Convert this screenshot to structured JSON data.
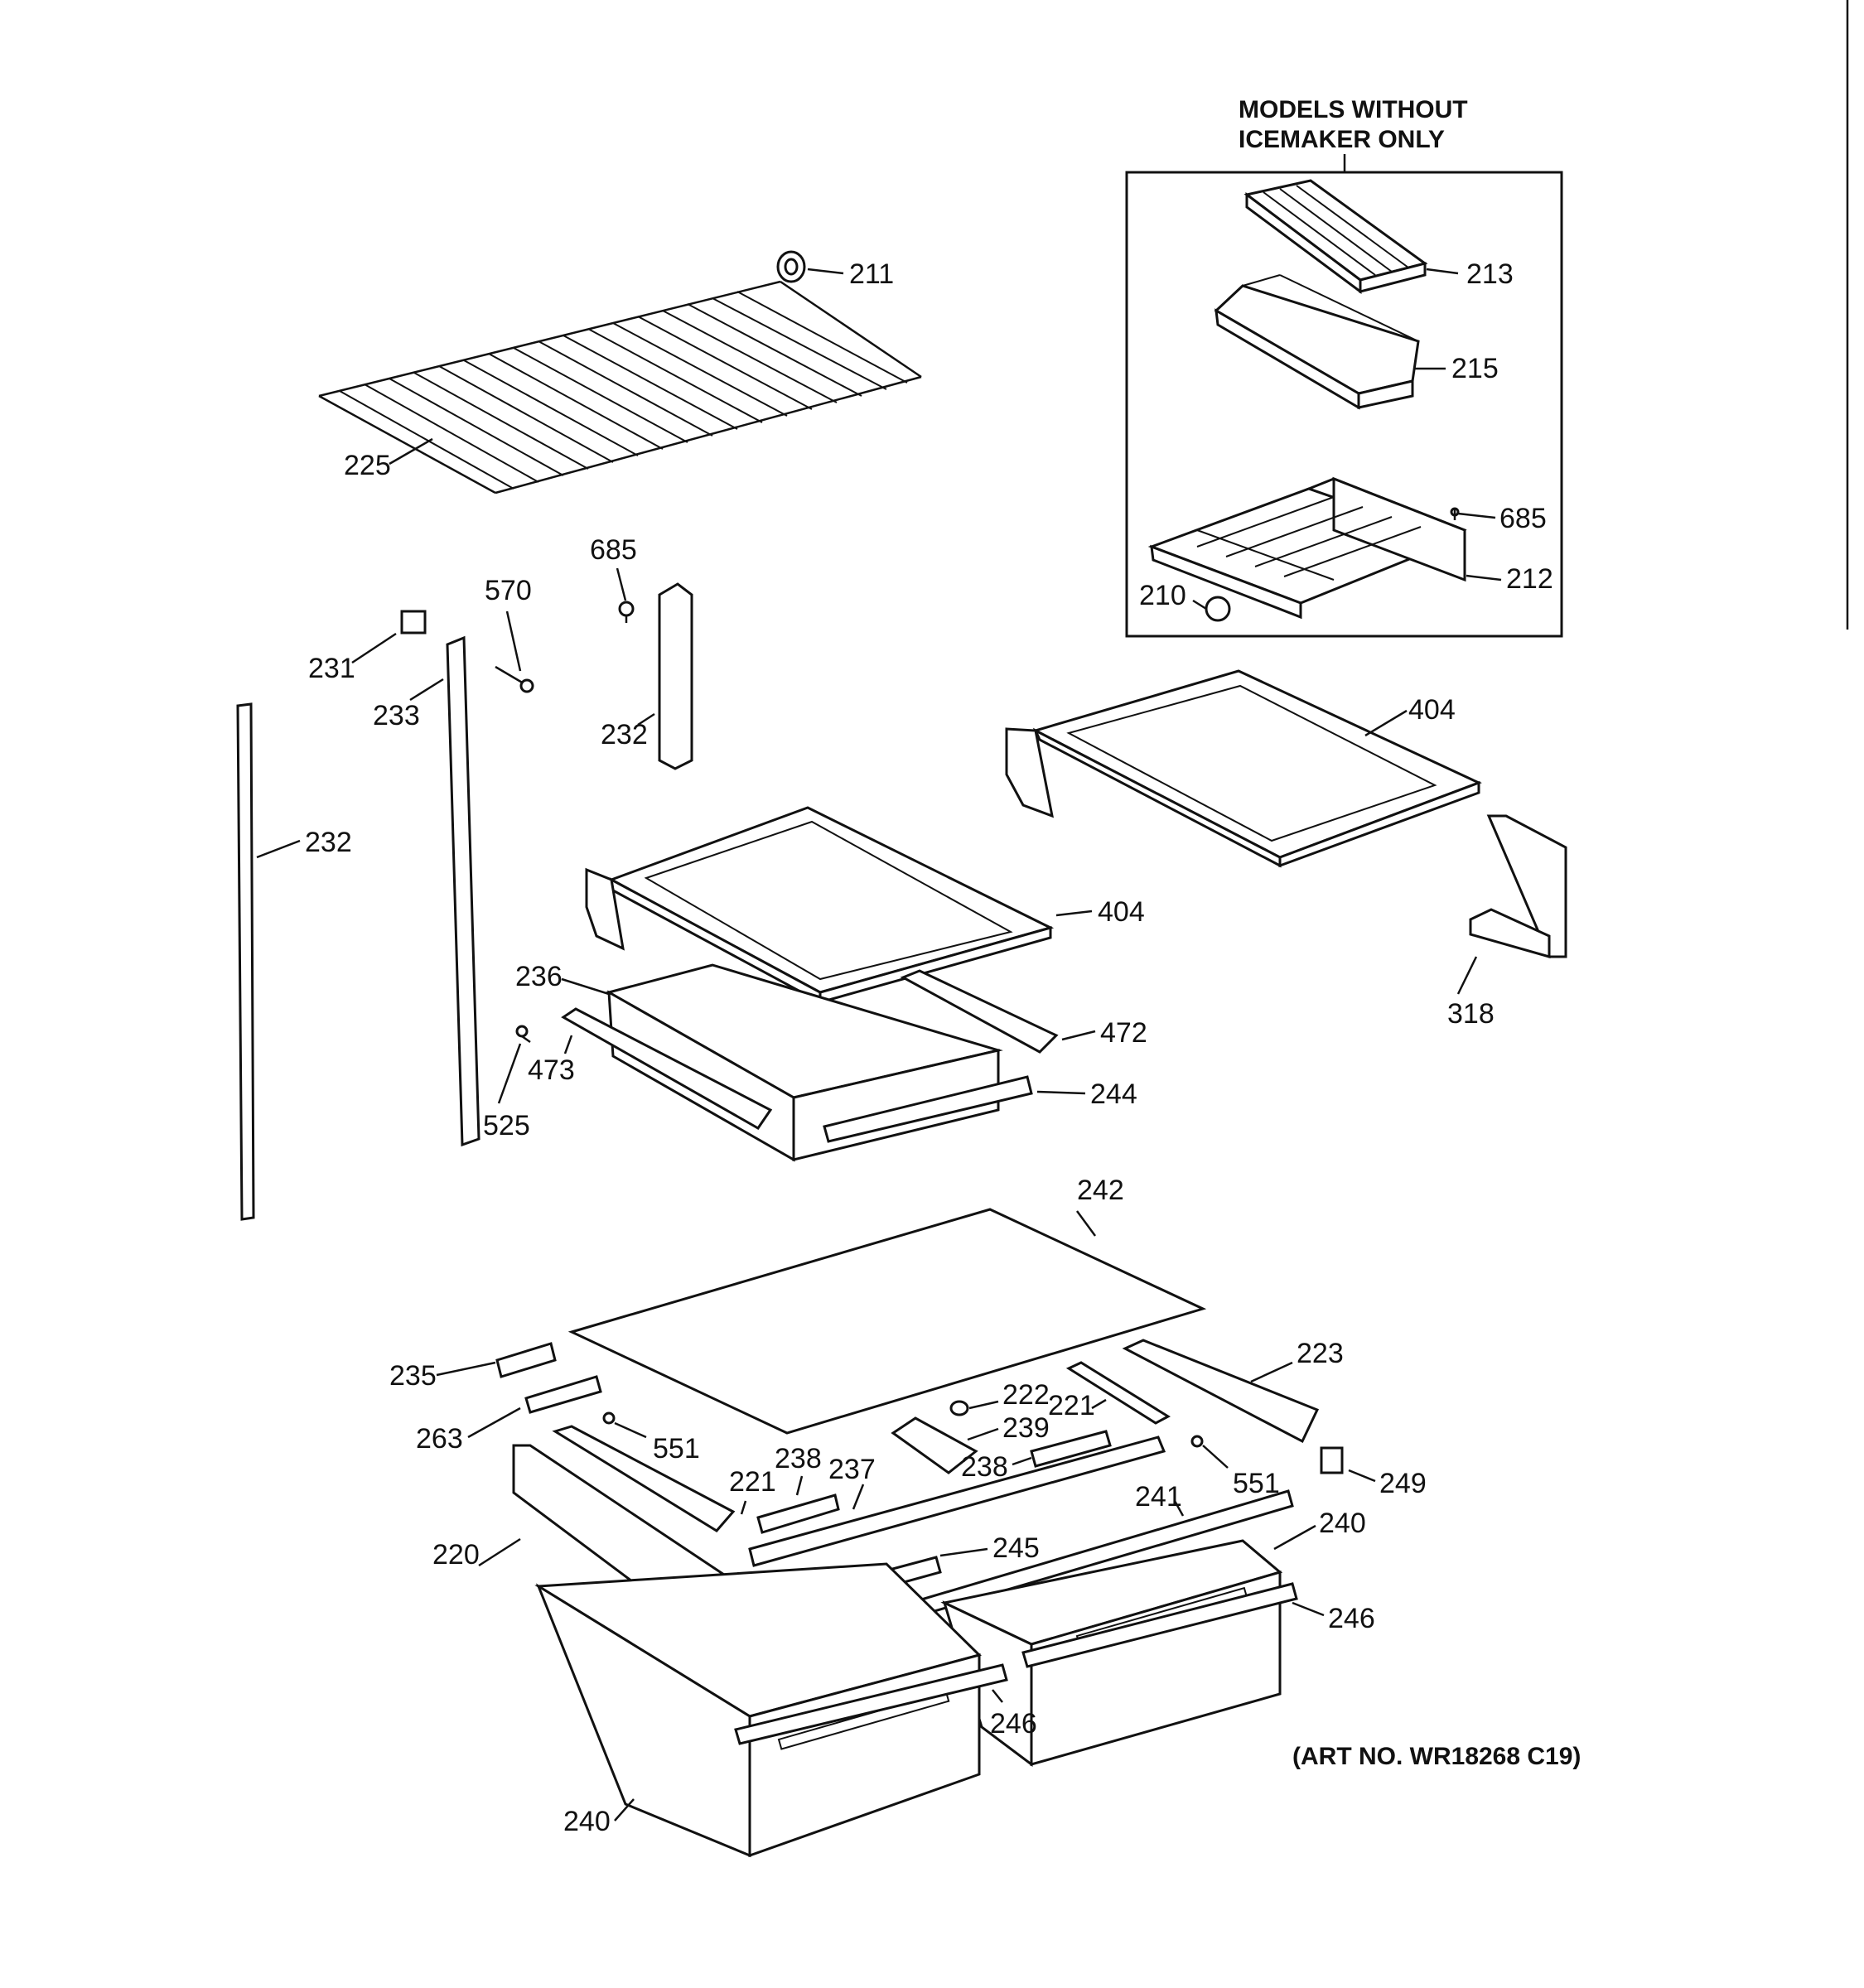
{
  "inset": {
    "heading_line1": "MODELS WITHOUT",
    "heading_line2": "ICEMAKER ONLY"
  },
  "art_number": "(ART NO. WR18268 C19)",
  "callouts": {
    "c211": "211",
    "c213": "213",
    "c215": "215",
    "c685_inset": "685",
    "c212": "212",
    "c210": "210",
    "c225": "225",
    "c685": "685",
    "c570": "570",
    "c231": "231",
    "c233": "233",
    "c232_mid": "232",
    "c232_left": "232",
    "c404_right": "404",
    "c404_left": "404",
    "c318": "318",
    "c236": "236",
    "c472": "472",
    "c473": "473",
    "c244": "244",
    "c525": "525",
    "c242": "242",
    "c235": "235",
    "c223": "223",
    "c222": "222",
    "c239": "239",
    "c221_right": "221",
    "c263": "263",
    "c551_left": "551",
    "c238_left": "238",
    "c238_right": "238",
    "c551_right": "551",
    "c249": "249",
    "c221_left": "221",
    "c237": "237",
    "c241": "241",
    "c240_right": "240",
    "c220": "220",
    "c245": "245",
    "c246_right": "246",
    "c246_mid": "246",
    "c240_left": "240"
  }
}
